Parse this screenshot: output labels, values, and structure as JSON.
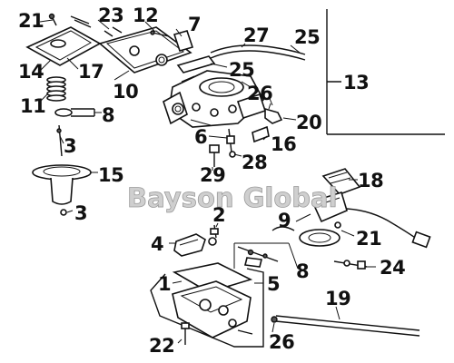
{
  "watermark": "Bayson Global",
  "callouts": {
    "n21a": "21",
    "n23": "23",
    "n12": "12",
    "n7": "7",
    "n27": "27",
    "n25a": "25",
    "n13": "13",
    "n14": "14",
    "n17": "17",
    "n25b": "25",
    "n10": "10",
    "n11": "11",
    "n8a": "8",
    "n26a": "26",
    "n20": "20",
    "n3a": "3",
    "n6": "6",
    "n16": "16",
    "n15": "15",
    "n29": "29",
    "n28": "28",
    "n18": "18",
    "n3b": "3",
    "n2": "2",
    "n9": "9",
    "n4": "4",
    "n21b": "21",
    "n8b": "8",
    "n24": "24",
    "n1": "1",
    "n5": "5",
    "n19": "19",
    "n22": "22",
    "n26b": "26"
  }
}
